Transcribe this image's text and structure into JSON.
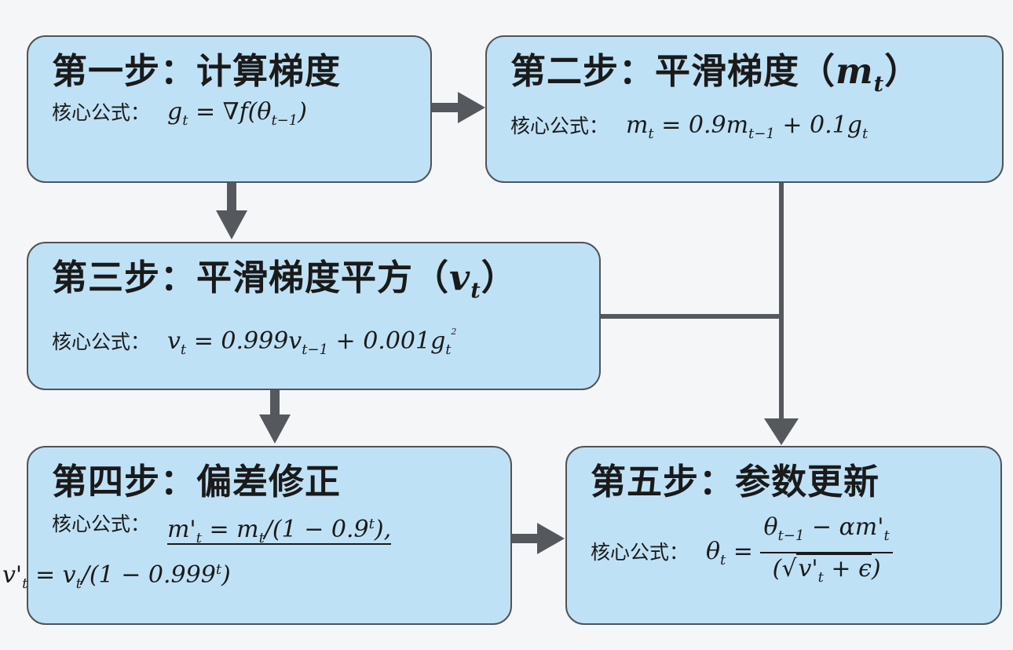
{
  "steps": [
    {
      "title": "第一步：计算梯度",
      "title_var": "",
      "formula_label": "核心公式：",
      "formula": "g_t = ∇f(θ_{t−1})"
    },
    {
      "title": "第二步：平滑梯度",
      "title_var": "m_t",
      "formula_label": "核心公式：",
      "formula": "m_t = 0.9m_{t−1} + 0.1g_t"
    },
    {
      "title": "第三步：平滑梯度平方",
      "title_var": "v_t",
      "formula_label": "核心公式：",
      "formula": "v_t = 0.999v_{t−1} + 0.001g_t^^2"
    },
    {
      "title": "第四步：偏差修正",
      "title_var": "",
      "formula_label": "核心公式：",
      "formula": "m'_t = m_t/(1 − 0.9^t), v'_t = v_t/(1 − 0.999^t)"
    },
    {
      "title": "第五步：参数更新",
      "title_var": "",
      "formula_label": "核心公式：",
      "formula": "θ_t = (θ_{t−1} − αm'_t) / (√(v'_t + ϵ))"
    }
  ],
  "colors": {
    "box_fill": "#bfe1f6",
    "box_border": "#4f5358",
    "arrow": "#55585d",
    "background": "#f4f6f8"
  }
}
